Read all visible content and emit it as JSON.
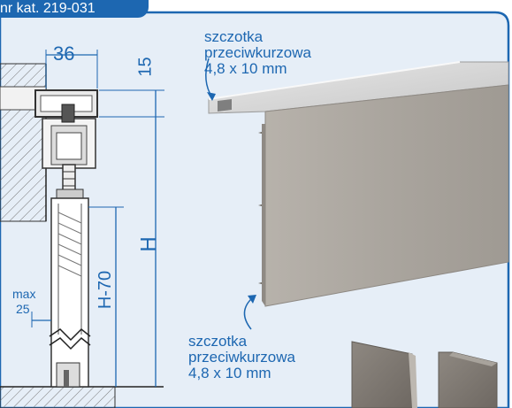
{
  "catalog": {
    "label": "nr kat. 219-031"
  },
  "dimensions": {
    "width": "36",
    "top_gap": "15",
    "height": "H",
    "inner_height": "H-70",
    "max_label": "max",
    "max_value": "25"
  },
  "brush_top": {
    "line1": "szczotka",
    "line2": "przeciwkurzowa",
    "line3": "4,8 x 10 mm"
  },
  "brush_bottom": {
    "line1": "szczotka",
    "line2": "przeciwkurzowa",
    "line3": "4,8 x 10 mm"
  },
  "colors": {
    "accent": "#1d67b1",
    "panel_border": "#1d67b1",
    "panel_background": "#e6eef7",
    "profile_metal": "#a9a49d",
    "profile_top": "#d8d8d8",
    "end_caps": "#7d7770"
  }
}
